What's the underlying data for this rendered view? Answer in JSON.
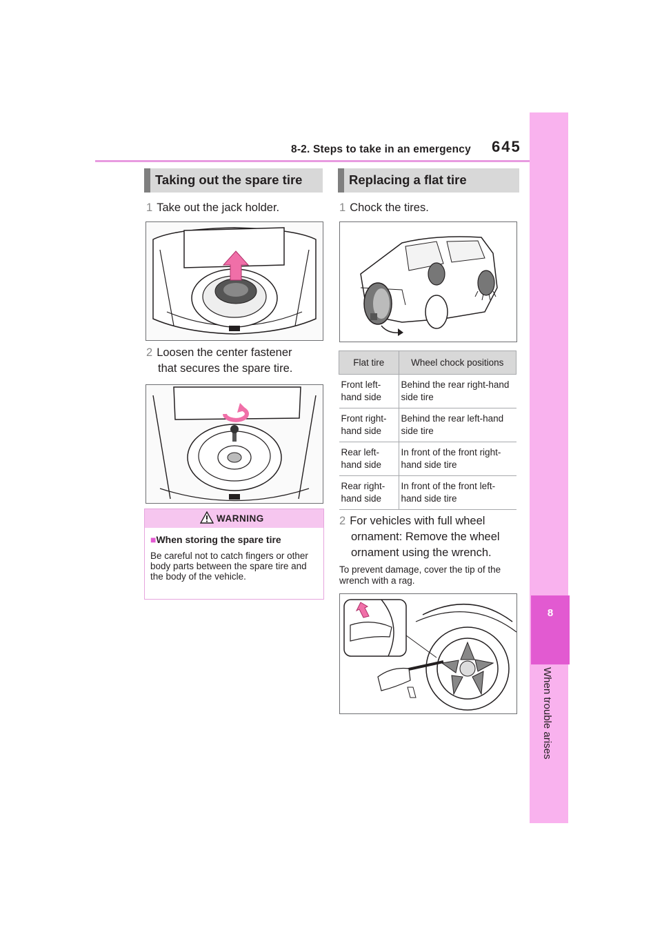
{
  "header": {
    "section": "8-2. Steps to take in an emergency",
    "page_number": "645"
  },
  "side_tab": {
    "chapter_number": "8",
    "chapter_title": "When trouble arises"
  },
  "left": {
    "heading": "Taking out the spare tire",
    "step1": {
      "num": "1",
      "text": "Take out the jack holder."
    },
    "step2": {
      "num": "2",
      "line1": "Loosen the center fastener",
      "line2": "that secures the spare tire."
    },
    "warning": {
      "title": "WARNING",
      "subtitle_marker": "■",
      "subtitle": "When storing the spare tire",
      "body": "Be careful not to catch fingers or other body parts between the spare tire and the body of the vehicle."
    }
  },
  "right": {
    "heading": "Replacing a flat tire",
    "step1": {
      "num": "1",
      "text": "Chock the tires."
    },
    "table": {
      "headers": [
        "Flat tire",
        "Wheel chock positions"
      ],
      "rows": [
        [
          "Front left-hand side",
          "Behind the rear right-hand side tire"
        ],
        [
          "Front right-hand side",
          "Behind the rear left-hand side tire"
        ],
        [
          "Rear left-hand side",
          "In front of the front right-hand side tire"
        ],
        [
          "Rear right-hand side",
          "In front of the front left-hand side tire"
        ]
      ]
    },
    "step2": {
      "num": "2",
      "line1": "For vehicles with full wheel",
      "line2": "ornament: Remove the wheel",
      "line3": "ornament using the wrench."
    },
    "note": "To prevent damage, cover the tip of the wrench with a rag."
  },
  "colors": {
    "accent_pink": "#e25ad1",
    "tab_pink": "#f9b2ee",
    "header_gray": "#d8d8d8",
    "arrow_pink": "#f06fa8"
  }
}
